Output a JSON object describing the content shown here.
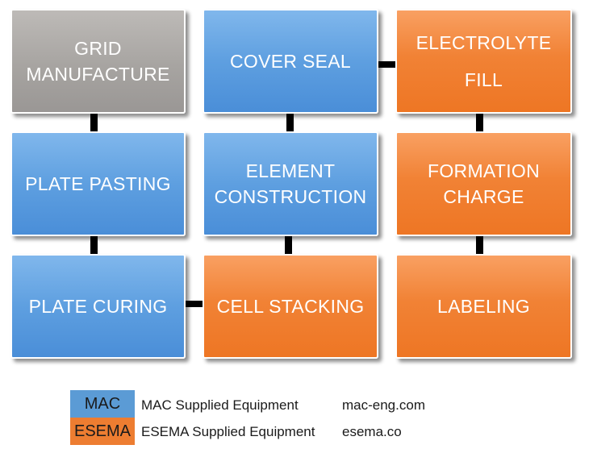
{
  "boxes": {
    "grid_manufacture": "GRID\nMANUFACTURE",
    "cover_seal": "COVER SEAL",
    "electrolyte_fill": "ELECTROLYTE\nFILL",
    "plate_pasting": "PLATE PASTING",
    "element_construction": "ELEMENT\nCONSTRUCTION",
    "formation_charge": "FORMATION\nCHARGE",
    "plate_curing": "PLATE CURING",
    "cell_stacking": "CELL STACKING",
    "labeling": "LABELING"
  },
  "legend": {
    "mac": {
      "swatch": "MAC",
      "label": "MAC Supplied Equipment",
      "site": "mac-eng.com"
    },
    "esema": {
      "swatch": "ESEMA",
      "label": "ESEMA Supplied Equipment",
      "site": "esema.co"
    }
  },
  "colors": {
    "mac_blue": "#5b9bd5",
    "esema_orange": "#ed7d31",
    "unassigned_gray": "#a5a5a5"
  }
}
